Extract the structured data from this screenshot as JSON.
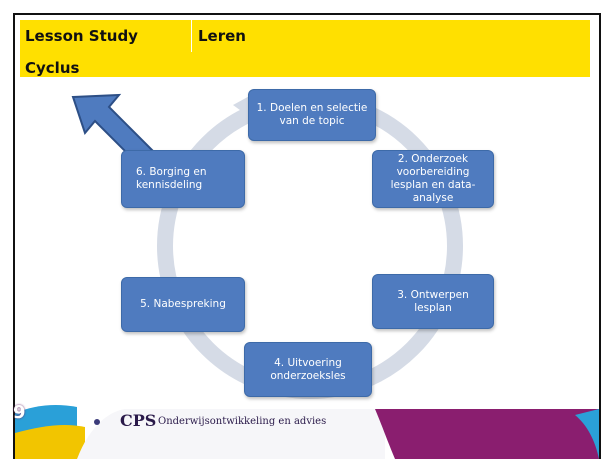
{
  "header": {
    "title_left": "Lesson Study Cyclus",
    "title_right": "Leren"
  },
  "cycle": {
    "steps": [
      "1. Doelen en selectie van de topic",
      "2. Onderzoek voorbereiding lesplan en data-analyse",
      "3. Ontwerpen lesplan",
      "4. Uitvoering onderzoeksles",
      "5. Nabespreking",
      "6. Borging en kennisdeling"
    ]
  },
  "footer": {
    "page_number": "9",
    "logo": "CPS",
    "tagline": "Onderwijsontwikkeling en advies"
  },
  "colors": {
    "title_bar": "#ffe000",
    "node_fill": "#4f7bbf",
    "ring": "#d5dbe6",
    "footer_purple": "#8a1e6f",
    "footer_blue": "#2aa0d8",
    "footer_yellow": "#f2c500"
  }
}
